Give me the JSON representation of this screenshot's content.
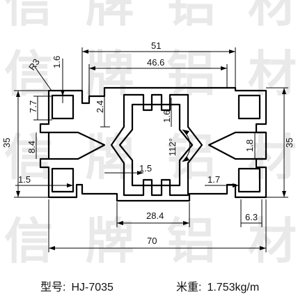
{
  "watermark": {
    "rows": [
      "信牌铝材",
      "信牌铝材",
      "信牌铝材",
      "信牌铝材"
    ]
  },
  "dimensions": {
    "total_width": "70",
    "top_outer": "51",
    "top_inner": "46.6",
    "slot_depth_left": "1.6",
    "radius": "R3",
    "left_upper": "7.7",
    "wall": "2.4",
    "center_web": "1.6",
    "angle": "112°",
    "height_left": "35",
    "height_right": "35",
    "left_mid": "8.4",
    "right_mid": "1.8",
    "center_thickness": "1.5",
    "left_bottom": "1.5",
    "right_bottom": "1.7",
    "bottom_inner": "28.4",
    "bottom_right": "6.3"
  },
  "caption": {
    "model_label": "型号:",
    "model_value": "HJ-7035",
    "weight_label": "米重:",
    "weight_value": "1.753kg/m"
  }
}
